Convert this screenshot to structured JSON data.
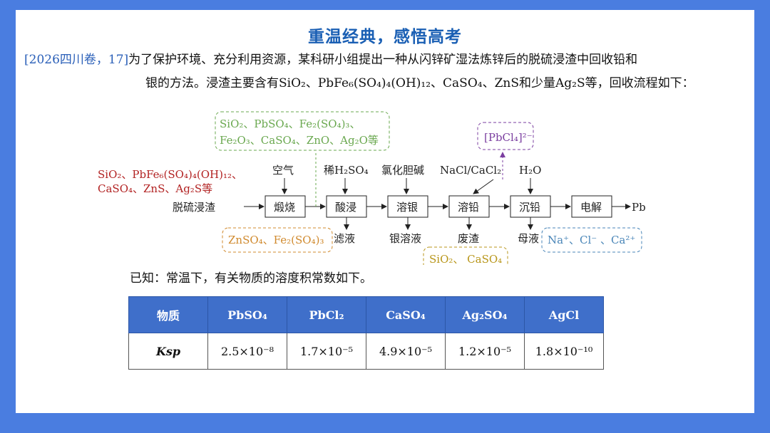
{
  "title": "重温经典，感悟高考",
  "question": {
    "source": "[2026四川卷，17]",
    "text1": "为了保护环境、充分利用资源，某科研小组提出一种从闪锌矿湿法炼锌后的脱硫浸渣中回收铅和",
    "text2": "银的方法。浸渣主要含有SiO₂、PbFe₆(SO₄)₄(OH)₁₂、CaSO₄、ZnS和少量Ag₂S等，回收流程如下："
  },
  "flow": {
    "start": "脱硫浸渣",
    "feed_line1": "SiO₂、PbFe₆(SO₄)₄(OH)₁₂、",
    "feed_line2": "CaSO₄、ZnS、Ag₂S等",
    "steps": [
      "煅烧",
      "酸浸",
      "溶银",
      "溶铅",
      "沉铅",
      "电解"
    ],
    "reagents": [
      "空气",
      "稀H₂SO₄",
      "氯化胆碱",
      "NaCl/CaCl₂",
      "H₂O"
    ],
    "outputs": [
      "滤液",
      "银溶液",
      "废渣",
      "母液"
    ],
    "product": "Pb",
    "green_line1": "SiO₂、PbSO₄、Fe₂(SO₄)₃、",
    "green_line2": "Fe₂O₃、CaSO₄、ZnO、Ag₂O等",
    "orange": "ZnSO₄、Fe₂(SO₄)₃",
    "purple": "[PbCl₄]²⁻",
    "yellow": "SiO₂、 CaSO₄",
    "ions": "Na⁺、Cl⁻ 、Ca²⁺"
  },
  "known": "已知：常温下，有关物质的溶度积常数如下。",
  "table": {
    "headers": [
      "物质",
      "PbSO₄",
      "PbCl₂",
      "CaSO₄",
      "Ag₂SO₄",
      "AgCl"
    ],
    "row_label": "Ksp",
    "values": [
      "2.5×10⁻⁸",
      "1.7×10⁻⁵",
      "4.9×10⁻⁵",
      "1.2×10⁻⁵",
      "1.8×10⁻¹⁰"
    ]
  },
  "colors": {
    "frame": "#4a7de0",
    "title": "#1a5fb4",
    "header": "#3f6fca",
    "red": "#b22222",
    "green": "#6aa84f",
    "orange": "#d08a2e",
    "purple": "#7b3fa0",
    "yellow": "#b8961a",
    "teal": "#4a86b8"
  }
}
